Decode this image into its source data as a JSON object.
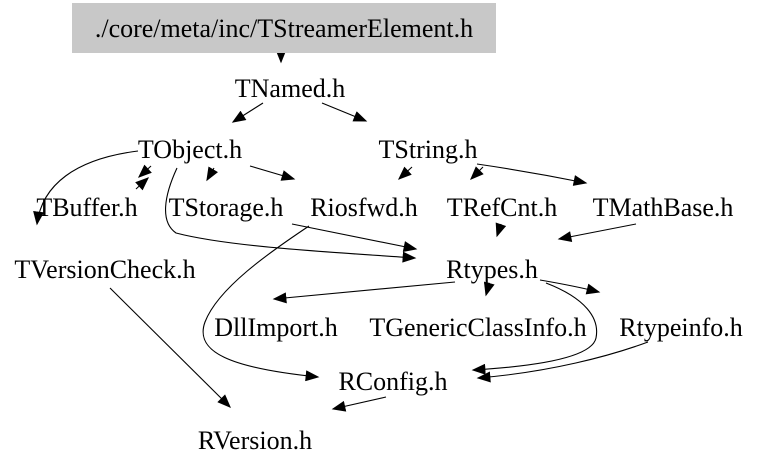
{
  "diagram": {
    "title": "include dependency graph",
    "type": "directed-include-graph",
    "background_color": "#ffffff",
    "text_color": "#000000",
    "root_node_fill": "#c8c8c8",
    "nodes": [
      {
        "id": "root",
        "label": "./core/meta/inc/TStreamerElement.h"
      },
      {
        "id": "tnamed",
        "label": "TNamed.h"
      },
      {
        "id": "tobject",
        "label": "TObject.h"
      },
      {
        "id": "tstring",
        "label": "TString.h"
      },
      {
        "id": "tbuffer",
        "label": "TBuffer.h"
      },
      {
        "id": "tstorage",
        "label": "TStorage.h"
      },
      {
        "id": "riosfwd",
        "label": "Riosfwd.h"
      },
      {
        "id": "trefcnt",
        "label": "TRefCnt.h"
      },
      {
        "id": "tmathbase",
        "label": "TMathBase.h"
      },
      {
        "id": "tversioncheck",
        "label": "TVersionCheck.h"
      },
      {
        "id": "rtypes",
        "label": "Rtypes.h"
      },
      {
        "id": "dllimport",
        "label": "DllImport.h"
      },
      {
        "id": "tgenericclassinfo",
        "label": "TGenericClassInfo.h"
      },
      {
        "id": "rtypeinfo",
        "label": "Rtypeinfo.h"
      },
      {
        "id": "rconfig",
        "label": "RConfig.h"
      },
      {
        "id": "rversion",
        "label": "RVersion.h"
      }
    ],
    "edges": [
      {
        "from": "./core/meta/inc/TStreamerElement.h",
        "to": "TNamed.h"
      },
      {
        "from": "TNamed.h",
        "to": "TObject.h"
      },
      {
        "from": "TNamed.h",
        "to": "TString.h"
      },
      {
        "from": "TObject.h",
        "to": "TBuffer.h"
      },
      {
        "from": "TBuffer.h",
        "to": "TObject.h"
      },
      {
        "from": "TObject.h",
        "to": "TStorage.h"
      },
      {
        "from": "TObject.h",
        "to": "Riosfwd.h"
      },
      {
        "from": "TObject.h",
        "to": "TVersionCheck.h"
      },
      {
        "from": "TObject.h",
        "to": "Rtypes.h"
      },
      {
        "from": "TStorage.h",
        "to": "Rtypes.h"
      },
      {
        "from": "TString.h",
        "to": "Riosfwd.h"
      },
      {
        "from": "TString.h",
        "to": "TRefCnt.h"
      },
      {
        "from": "TString.h",
        "to": "TMathBase.h"
      },
      {
        "from": "TRefCnt.h",
        "to": "Rtypes.h"
      },
      {
        "from": "TMathBase.h",
        "to": "Rtypes.h"
      },
      {
        "from": "Riosfwd.h",
        "to": "RConfig.h"
      },
      {
        "from": "Rtypes.h",
        "to": "DllImport.h"
      },
      {
        "from": "Rtypes.h",
        "to": "TGenericClassInfo.h"
      },
      {
        "from": "Rtypes.h",
        "to": "Rtypeinfo.h"
      },
      {
        "from": "Rtypes.h",
        "to": "RConfig.h"
      },
      {
        "from": "Rtypeinfo.h",
        "to": "RConfig.h"
      },
      {
        "from": "RConfig.h",
        "to": "RVersion.h"
      },
      {
        "from": "TVersionCheck.h",
        "to": "RVersion.h"
      }
    ]
  }
}
